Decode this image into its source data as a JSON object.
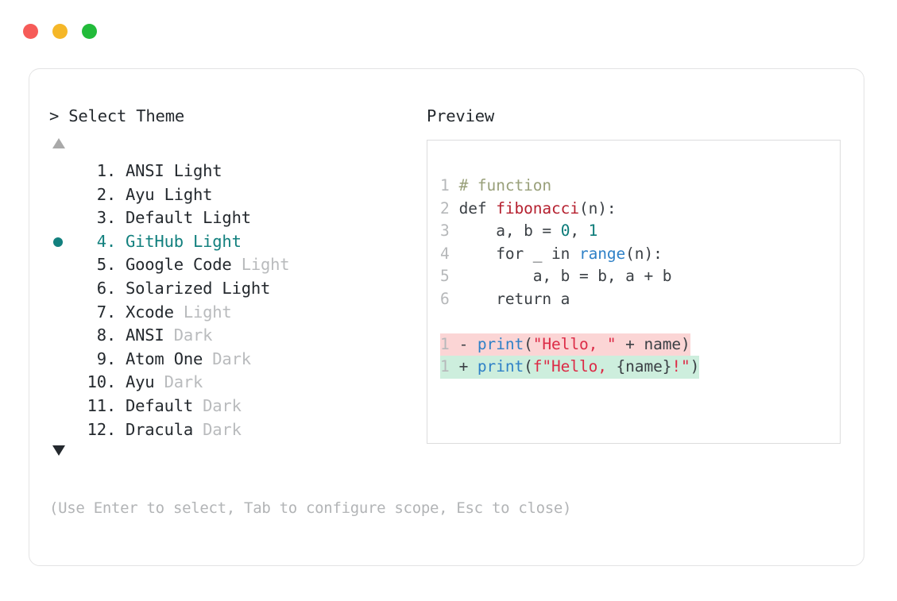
{
  "window": {
    "dots": [
      {
        "name": "close",
        "color": "#f65b58"
      },
      {
        "name": "minimize",
        "color": "#f5b728"
      },
      {
        "name": "maximize",
        "color": "#22bb3a"
      }
    ]
  },
  "prompt": {
    "header": "> Select Theme",
    "scroll_up": "▲",
    "scroll_down": "▼",
    "selected_index": 4,
    "accent_color": "#12807e",
    "muted_color": "#b9bbbd"
  },
  "themes": [
    {
      "index": "1.",
      "name": "ANSI",
      "variant": " Light",
      "variant_muted": false
    },
    {
      "index": "2.",
      "name": "Ayu",
      "variant": " Light",
      "variant_muted": false
    },
    {
      "index": "3.",
      "name": "Default",
      "variant": " Light",
      "variant_muted": false
    },
    {
      "index": "4.",
      "name": "GitHub",
      "variant": " Light",
      "variant_muted": false
    },
    {
      "index": "5.",
      "name": "Google Code",
      "variant": " Light",
      "variant_muted": true
    },
    {
      "index": "6.",
      "name": "Solarized",
      "variant": " Light",
      "variant_muted": false
    },
    {
      "index": "7.",
      "name": "Xcode",
      "variant": " Light",
      "variant_muted": true
    },
    {
      "index": "8.",
      "name": "ANSI",
      "variant": " Dark",
      "variant_muted": true
    },
    {
      "index": "9.",
      "name": "Atom One",
      "variant": " Dark",
      "variant_muted": true
    },
    {
      "index": "10.",
      "name": "Ayu",
      "variant": " Dark",
      "variant_muted": true
    },
    {
      "index": "11.",
      "name": "Default",
      "variant": " Dark",
      "variant_muted": true
    },
    {
      "index": "12.",
      "name": "Dracula",
      "variant": " Dark",
      "variant_muted": true
    }
  ],
  "footer": {
    "hint": "(Use Enter to select, Tab to configure scope, Esc to close)"
  },
  "preview": {
    "label": "Preview",
    "code_lines": [
      {
        "gutter": "1",
        "tokens": [
          {
            "t": "# function",
            "c": "tok-comment"
          }
        ]
      },
      {
        "gutter": "2",
        "tokens": [
          {
            "t": "def ",
            "c": "tok-kw"
          },
          {
            "t": "fibonacci",
            "c": "tok-fn"
          },
          {
            "t": "(n):",
            "c": "tok-punct"
          }
        ]
      },
      {
        "gutter": "3",
        "tokens": [
          {
            "t": "    a, b = ",
            "c": "tok-plain"
          },
          {
            "t": "0",
            "c": "tok-num"
          },
          {
            "t": ", ",
            "c": "tok-plain"
          },
          {
            "t": "1",
            "c": "tok-num"
          }
        ]
      },
      {
        "gutter": "4",
        "tokens": [
          {
            "t": "    for _ in ",
            "c": "tok-plain"
          },
          {
            "t": "range",
            "c": "tok-builtin"
          },
          {
            "t": "(n):",
            "c": "tok-punct"
          }
        ]
      },
      {
        "gutter": "5",
        "tokens": [
          {
            "t": "        a, b = b, a + b",
            "c": "tok-plain"
          }
        ]
      },
      {
        "gutter": "6",
        "tokens": [
          {
            "t": "    return a",
            "c": "tok-plain"
          }
        ]
      }
    ],
    "diff_lines": [
      {
        "gutter": "1",
        "kind": "delete",
        "marker": " - ",
        "background": "#fbd5d5",
        "tokens": [
          {
            "t": "print",
            "c": "tok-call"
          },
          {
            "t": "(",
            "c": "tok-punct"
          },
          {
            "t": "\"Hello, \"",
            "c": "tok-str"
          },
          {
            "t": " + name",
            "c": "tok-plain"
          },
          {
            "t": ")",
            "c": "tok-punct"
          }
        ]
      },
      {
        "gutter": "1",
        "kind": "add",
        "marker": " + ",
        "background": "#cdeedd",
        "tokens": [
          {
            "t": "print",
            "c": "tok-call"
          },
          {
            "t": "(",
            "c": "tok-punct"
          },
          {
            "t": "f",
            "c": "tok-str"
          },
          {
            "t": "\"Hello, ",
            "c": "tok-str"
          },
          {
            "t": "{name}",
            "c": "tok-plain"
          },
          {
            "t": "!",
            "c": "tok-str"
          },
          {
            "t": "\"",
            "c": "tok-str"
          },
          {
            "t": ")",
            "c": "tok-punct"
          }
        ]
      }
    ]
  }
}
